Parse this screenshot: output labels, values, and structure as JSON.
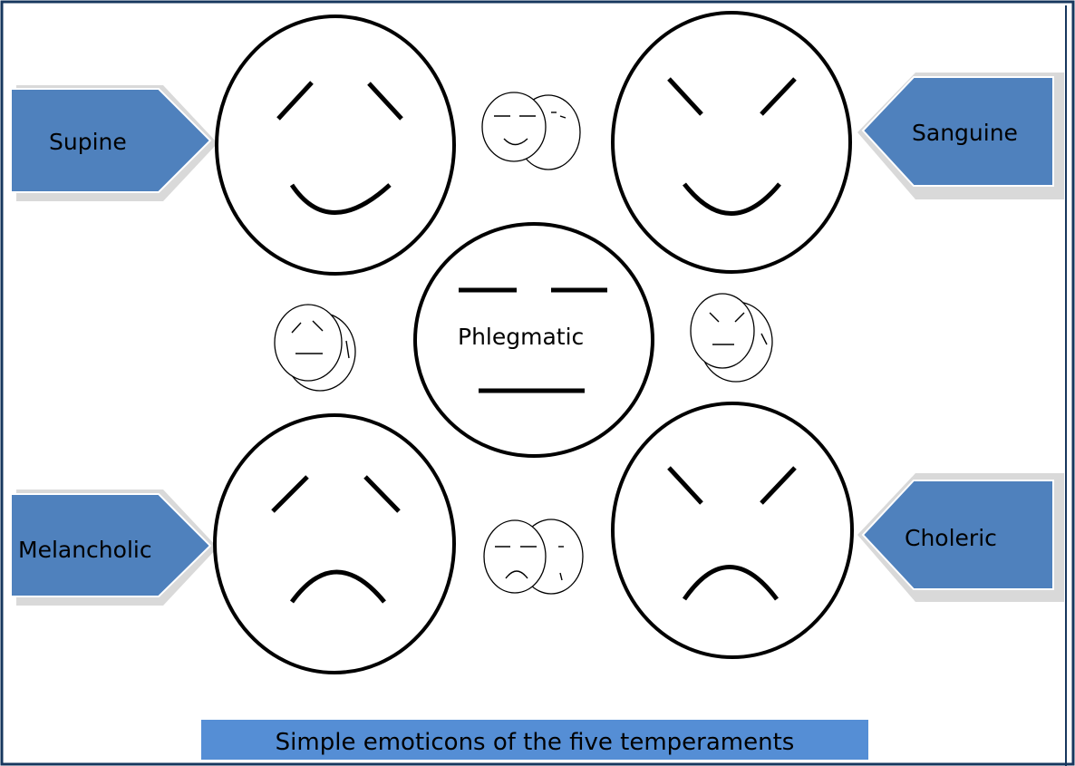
{
  "labels": {
    "supine": "Supine",
    "sanguine": "Sanguine",
    "phlegmatic": "Phlegmatic",
    "melancholic": "Melancholic",
    "choleric": "Choleric"
  },
  "caption": "Simple emoticons of the five temperaments",
  "colors": {
    "arrow_fill": "#4f81bd",
    "arrow_shadow": "#d9d9d9",
    "caption_fill": "#558ed5",
    "frame_border": "#17375e"
  }
}
